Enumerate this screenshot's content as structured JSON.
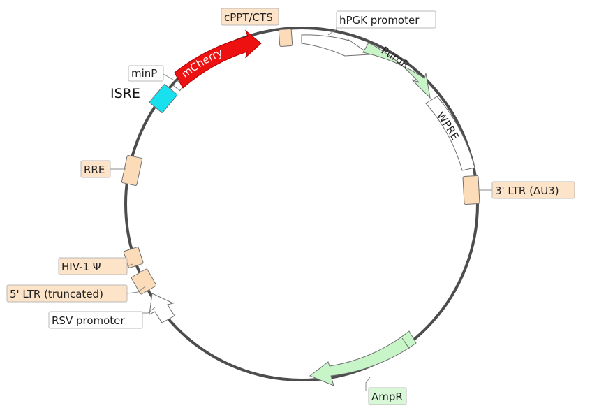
{
  "colors": {
    "backbone": "#4d4d4d",
    "regulatory": "#fcdcb8",
    "resistance": "#c8f5c8",
    "promoter": "#ffffff",
    "reporter": "#ee1111",
    "isre": "#19e0ee",
    "label_bg_feature": "#fde3c8",
    "label_bg_green": "#d7f7d7",
    "label_bg_plain": "#ffffff"
  },
  "features": {
    "cppt_cts": "cPPT/CTS",
    "hpgk_promoter": "hPGK promoter",
    "puror": "PuroR",
    "wpre": "WPRE",
    "ltr3": "3' LTR (ΔU3)",
    "ampr": "AmpR",
    "rsv_promoter": "RSV promoter",
    "ltr5": "5' LTR (truncated)",
    "hiv_psi": "HIV-1 Ψ",
    "rre": "RRE",
    "isre": "ISRE",
    "minp": "minP",
    "mcherry": "mCherry"
  }
}
